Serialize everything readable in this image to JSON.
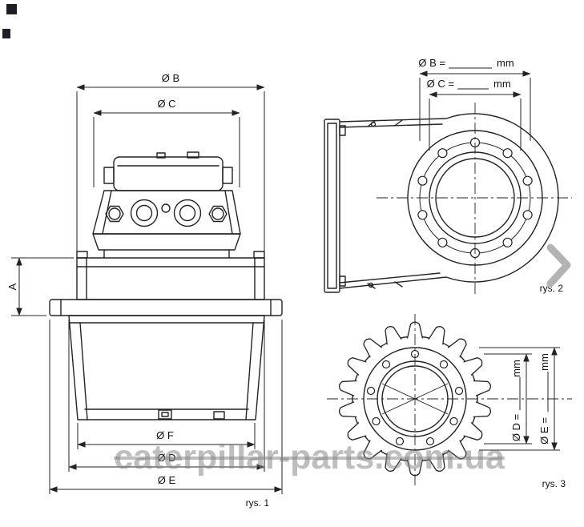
{
  "watermark": {
    "text": "caterpillar-parts.com.ua"
  },
  "figures": {
    "fig1": {
      "caption": "rys. 1",
      "dim_b": "Ø B",
      "dim_c": "Ø C",
      "dim_a": "A",
      "dim_f": "Ø F",
      "dim_d": "Ø D",
      "dim_e": "Ø E"
    },
    "fig2": {
      "caption": "rys. 2",
      "dim_b_label": "Ø B =",
      "dim_b_unit": "mm",
      "dim_c_label": "Ø C =",
      "dim_c_unit": "mm"
    },
    "fig3": {
      "caption": "rys. 3",
      "dim_d_label": "Ø D =",
      "dim_d_unit": "mm",
      "dim_e_label": "Ø E =",
      "dim_e_unit": "mm"
    }
  },
  "icons": {
    "next_arrow": "chevron-right"
  },
  "colors": {
    "line": "#232323",
    "watermark": "#8c8c8c",
    "chevron": "#b3b3b3",
    "background": "#ffffff"
  }
}
